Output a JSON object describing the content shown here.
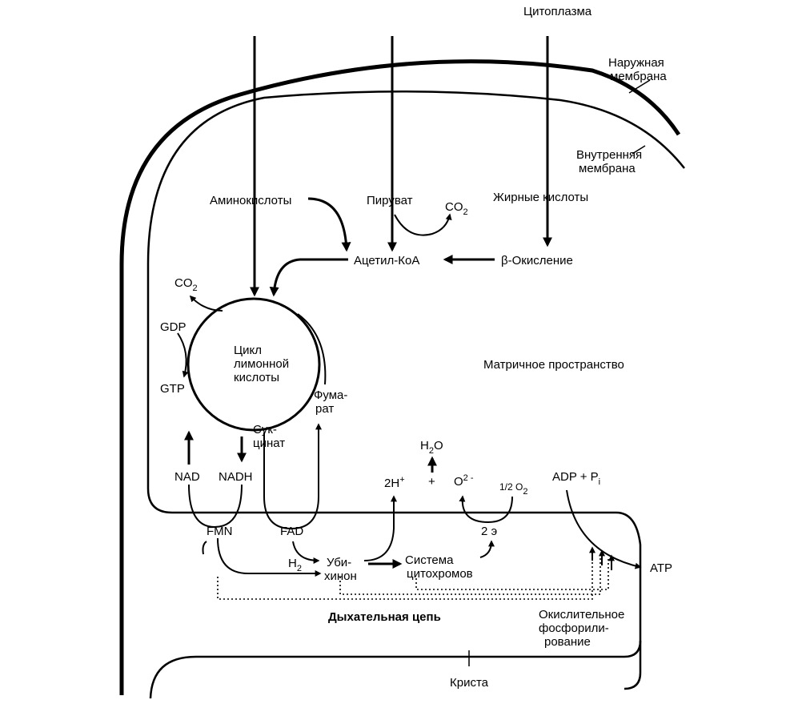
{
  "labels": {
    "cytoplasm": "Цитоплазма",
    "outer_membrane_1": "Наружная",
    "outer_membrane_2": "мембрана",
    "inner_membrane_1": "Внутренняя",
    "inner_membrane_2": "мембрана",
    "amino_acids": "Аминокислоты",
    "pyruvate": "Пируват",
    "co2_top": "CO",
    "co2_top_sub": "2",
    "fatty_acids": "Жирные кислоты",
    "acetyl_coa": "Ацетил-КоА",
    "beta_oxidation": "β-Окисление",
    "co2_left": "CO",
    "co2_left_sub": "2",
    "gdp": "GDP",
    "gtp": "GTP",
    "cycle_1": "Цикл",
    "cycle_2": "лимонной",
    "cycle_3": "кислоты",
    "fumarate_1": "Фума-",
    "fumarate_2": "рат",
    "succinate_1": "Сук-",
    "succinate_2": "цинат",
    "matrix_space": "Матричное пространство",
    "nad": "NAD",
    "nadh": "NADH",
    "h2o": "H",
    "h2o_sub": "2",
    "h2o_end": "O",
    "two_h": "2H",
    "two_h_sup": "+",
    "plus": "+",
    "o2minus": "O",
    "o2minus_sup": "2 -",
    "half_o2": "1/2 O",
    "half_o2_sub": "2",
    "adp_pi": "ADP + P",
    "adp_pi_sub": "i",
    "fmn": "FMN",
    "fad": "FAD",
    "two_e": "2 э",
    "h2_label": "H",
    "h2_label_sub": "2",
    "ubiquinone_1": "Уби-",
    "ubiquinone_2": "хинон",
    "cytochromes_1": "Система",
    "cytochromes_2": "цитохромов",
    "atp": "ATP",
    "resp_chain": "Дыхательная цепь",
    "oxphos_1": "Окислительное",
    "oxphos_2": "фосфорили-",
    "oxphos_3": "рование",
    "crista": "Криста"
  }
}
